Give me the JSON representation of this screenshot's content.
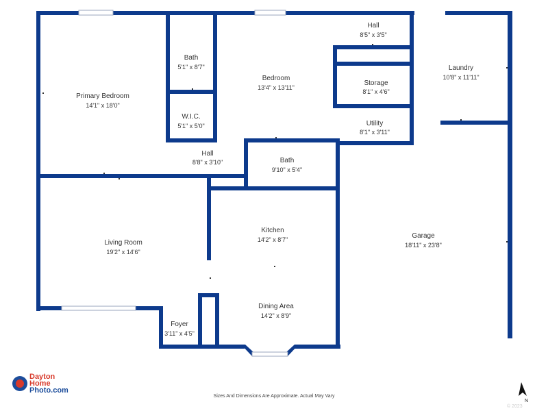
{
  "rooms": [
    {
      "name": "Primary Bedroom",
      "dim": "14'1\" x 18'0\""
    },
    {
      "name": "Bath",
      "dim": "5'1\" x 8'7\""
    },
    {
      "name": "W.I.C.",
      "dim": "5'1\" x 5'0\""
    },
    {
      "name": "Bedroom",
      "dim": "13'4\" x 13'11\""
    },
    {
      "name": "Hall",
      "dim": "8'5\" x 3'5\""
    },
    {
      "name": "Storage",
      "dim": "8'1\" x 4'6\""
    },
    {
      "name": "Utility",
      "dim": "8'1\" x 3'11\""
    },
    {
      "name": "Laundry",
      "dim": "10'8\" x 11'11\""
    },
    {
      "name": "Hall",
      "dim": "8'8\" x 3'10\""
    },
    {
      "name": "Bath",
      "dim": "9'10\" x 5'4\""
    },
    {
      "name": "Living Room",
      "dim": "19'2\" x 14'6\""
    },
    {
      "name": "Kitchen",
      "dim": "14'2\" x 8'7\""
    },
    {
      "name": "Garage",
      "dim": "18'11\" x 23'8\""
    },
    {
      "name": "Dining Area",
      "dim": "14'2\" x 8'9\""
    },
    {
      "name": "Foyer",
      "dim": "3'11\" x 4'5\""
    }
  ],
  "logo": {
    "line1": "Dayton",
    "line2": "Home",
    "line3": "Photo.com"
  },
  "footer": "Sizes And Dimensions Are Approximate. Actual May Vary",
  "compass": "N",
  "watermark": "© 2023",
  "colors": {
    "wall": "#0d3a8c",
    "logo_red": "#d83a2b",
    "logo_blue": "#1c4d9b"
  }
}
